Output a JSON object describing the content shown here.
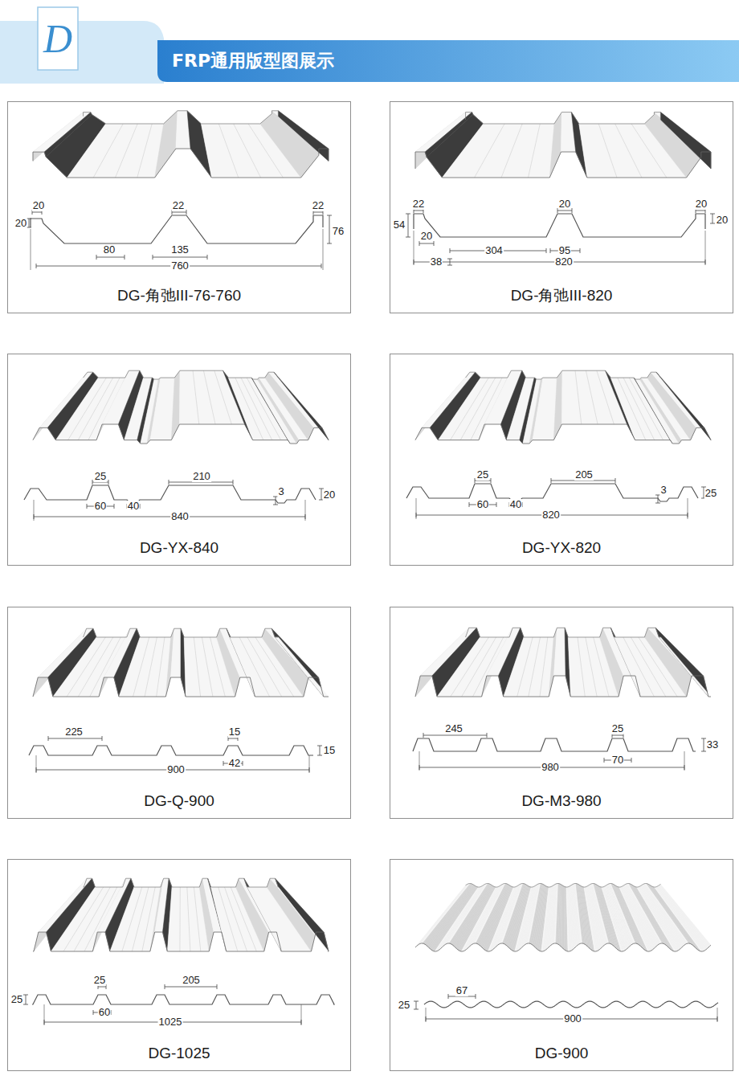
{
  "diagram": {
    "title": "FRP通用版型图展示",
    "nodes": [
      {
        "text": [
          "DG-角弛III-76-760"
        ]
      },
      {
        "text": [
          "DG-角弛III-820"
        ]
      },
      {
        "text": [
          "DG-YX-840"
        ]
      },
      {
        "text": [
          "DG-YX-820"
        ]
      },
      {
        "text": [
          "DG-Q-900"
        ]
      },
      {
        "text": [
          "DG-M3-980"
        ]
      },
      {
        "text": [
          "DG-1025"
        ]
      },
      {
        "text": [
          "DG-900"
        ]
      }
    ],
    "labels": [
      "D",
      "20",
      "20",
      "22",
      "22",
      "76",
      "80",
      "135",
      "760",
      "22",
      "54",
      "20",
      "20",
      "20",
      "20",
      "304",
      "95",
      "38",
      "820",
      "25",
      "210",
      "3",
      "20",
      "60",
      "40",
      "840",
      "25",
      "205",
      "3",
      "25",
      "60",
      "40",
      "820",
      "225",
      "15",
      "15",
      "42",
      "900",
      "245",
      "25",
      "33",
      "70",
      "980",
      "25",
      "205",
      "25",
      "60",
      "1025",
      "67",
      "25",
      "900"
    ]
  }
}
